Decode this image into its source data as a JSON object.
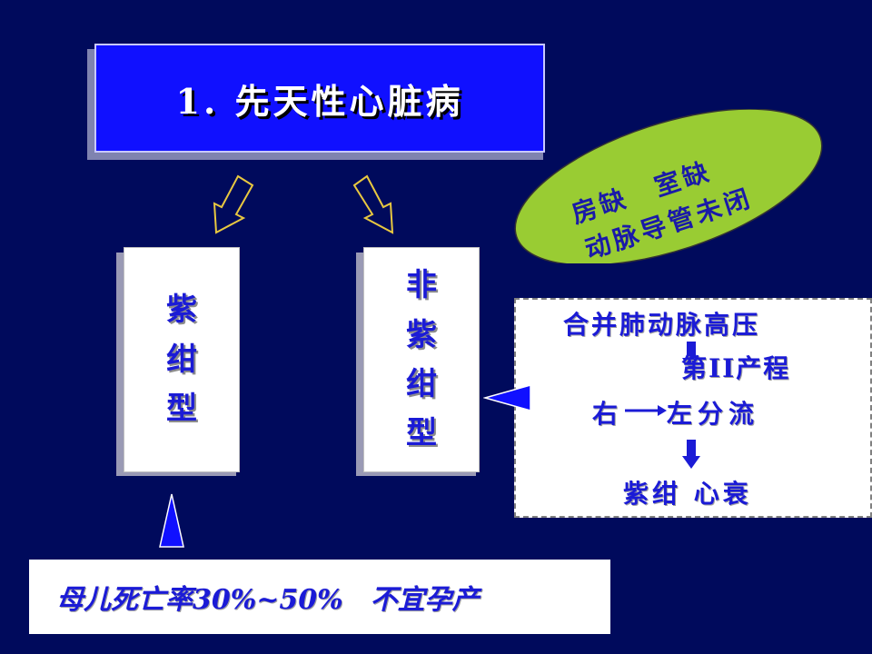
{
  "title": "1. 先天性心脏病",
  "cyanotic": {
    "chars": [
      "紫",
      "绀",
      "型"
    ]
  },
  "noncyanotic": {
    "chars": [
      "非",
      "紫",
      "绀",
      "型"
    ]
  },
  "ellipse": {
    "line1": "房缺　室缺",
    "line2": "动脉导管未闭"
  },
  "process": {
    "step1": "合并肺动脉高压",
    "step2": "第II产程",
    "shunt_from": "右",
    "shunt_to": "左分流",
    "result": "紫绀 心衰"
  },
  "outcome": "母儿死亡率30%~50%　不宜孕产",
  "colors": {
    "background": "#000a5c",
    "title_box": "#1010ff",
    "text_blue": "#1b1bd6",
    "ellipse_fill": "#99cc33"
  }
}
